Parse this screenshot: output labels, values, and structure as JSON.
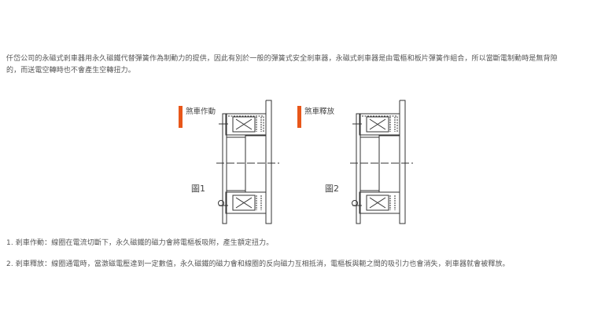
{
  "intro": {
    "line1": "仟岱公司的永磁式剎車器用永久磁鐵代替彈簧作為制動力的提供，因此有別於一般的彈簧式安全剎車器，永磁式剎車器是由電樞和板片彈簧作組合，所以當斷電制動時是無背隙",
    "line2": "的，而送電空轉時也不會產生空轉扭力。"
  },
  "figures": [
    {
      "title": "煞車作動",
      "caption": "圖1"
    },
    {
      "title": "煞車釋放",
      "caption": "圖2"
    }
  ],
  "notes": [
    "1. 剎車作動：線圈在電流切斷下，永久磁鐵的磁力會將電樞板吸附，產生額定扭力。",
    "2. 剎車釋放：線圈通電時，當激磁電壓達到一定數值，永久磁鐵的磁力會和線圈的反向磁力互相抵消，電樞板與軛之間的吸引力也會消失，剎車器就會被釋放。"
  ],
  "colors": {
    "accent": "#e8571a"
  }
}
